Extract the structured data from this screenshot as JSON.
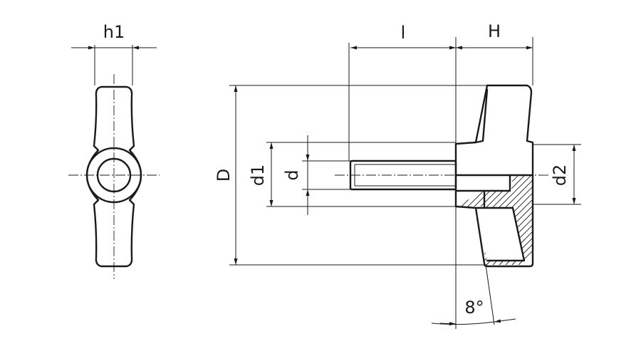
{
  "labels": {
    "h1": "h1",
    "l": "l",
    "H": "H",
    "D": "D",
    "d1": "d1",
    "d": "d",
    "d2": "d2",
    "angle": "8°"
  }
}
